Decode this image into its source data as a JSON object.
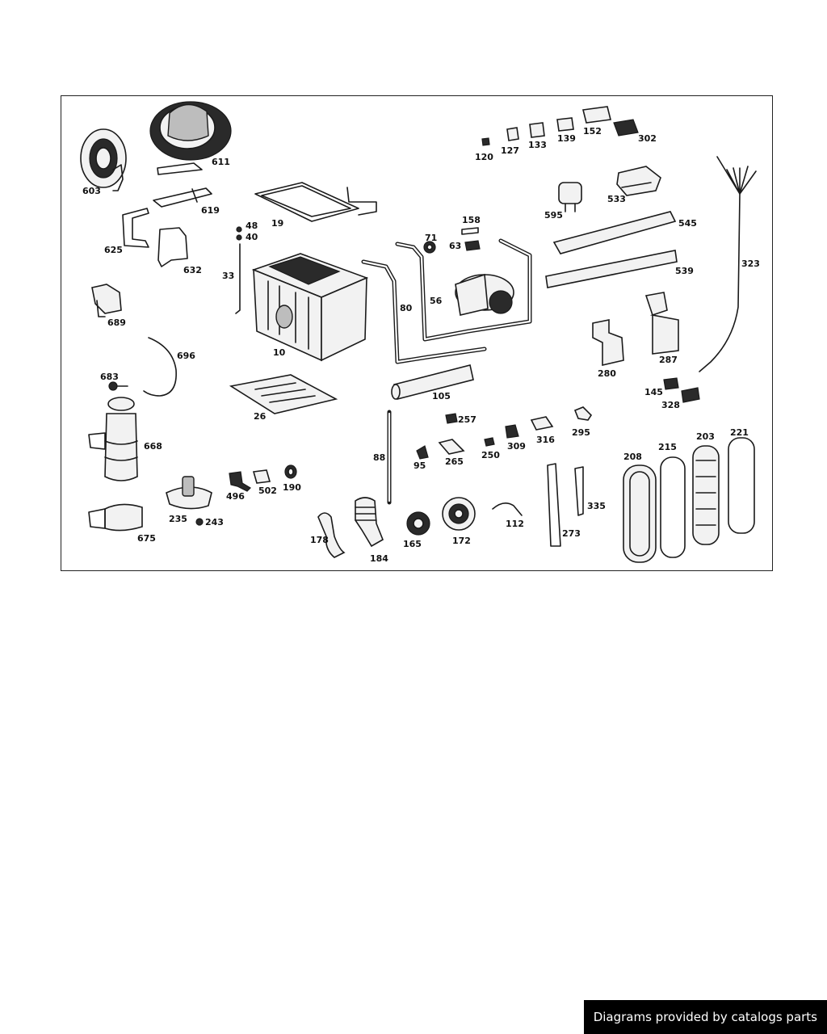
{
  "credit": "Diagrams provided by catalogs parts",
  "parts": [
    {
      "id": "603",
      "label": "603"
    },
    {
      "id": "611",
      "label": "611"
    },
    {
      "id": "619",
      "label": "619"
    },
    {
      "id": "625",
      "label": "625"
    },
    {
      "id": "632",
      "label": "632"
    },
    {
      "id": "689",
      "label": "689"
    },
    {
      "id": "696",
      "label": "696"
    },
    {
      "id": "683",
      "label": "683"
    },
    {
      "id": "668",
      "label": "668"
    },
    {
      "id": "675",
      "label": "675"
    },
    {
      "id": "235",
      "label": "235"
    },
    {
      "id": "243",
      "label": "243"
    },
    {
      "id": "496",
      "label": "496"
    },
    {
      "id": "502",
      "label": "502"
    },
    {
      "id": "190",
      "label": "190"
    },
    {
      "id": "178",
      "label": "178"
    },
    {
      "id": "184",
      "label": "184"
    },
    {
      "id": "88",
      "label": "88"
    },
    {
      "id": "165",
      "label": "165"
    },
    {
      "id": "172",
      "label": "172"
    },
    {
      "id": "112",
      "label": "112"
    },
    {
      "id": "26",
      "label": "26"
    },
    {
      "id": "10",
      "label": "10"
    },
    {
      "id": "19",
      "label": "19"
    },
    {
      "id": "48",
      "label": "48"
    },
    {
      "id": "40",
      "label": "40"
    },
    {
      "id": "33",
      "label": "33"
    },
    {
      "id": "80",
      "label": "80"
    },
    {
      "id": "56",
      "label": "56"
    },
    {
      "id": "71",
      "label": "71"
    },
    {
      "id": "63",
      "label": "63"
    },
    {
      "id": "158",
      "label": "158"
    },
    {
      "id": "105",
      "label": "105"
    },
    {
      "id": "257",
      "label": "257"
    },
    {
      "id": "95",
      "label": "95"
    },
    {
      "id": "265",
      "label": "265"
    },
    {
      "id": "250",
      "label": "250"
    },
    {
      "id": "309",
      "label": "309"
    },
    {
      "id": "316",
      "label": "316"
    },
    {
      "id": "295",
      "label": "295"
    },
    {
      "id": "120",
      "label": "120"
    },
    {
      "id": "127",
      "label": "127"
    },
    {
      "id": "133",
      "label": "133"
    },
    {
      "id": "139",
      "label": "139"
    },
    {
      "id": "152",
      "label": "152"
    },
    {
      "id": "302",
      "label": "302"
    },
    {
      "id": "595",
      "label": "595"
    },
    {
      "id": "533",
      "label": "533"
    },
    {
      "id": "545",
      "label": "545"
    },
    {
      "id": "539",
      "label": "539"
    },
    {
      "id": "323",
      "label": "323"
    },
    {
      "id": "280",
      "label": "280"
    },
    {
      "id": "287",
      "label": "287"
    },
    {
      "id": "145",
      "label": "145"
    },
    {
      "id": "328",
      "label": "328"
    },
    {
      "id": "273",
      "label": "273"
    },
    {
      "id": "335",
      "label": "335"
    },
    {
      "id": "208",
      "label": "208"
    },
    {
      "id": "215",
      "label": "215"
    },
    {
      "id": "203",
      "label": "203"
    },
    {
      "id": "221",
      "label": "221"
    }
  ]
}
